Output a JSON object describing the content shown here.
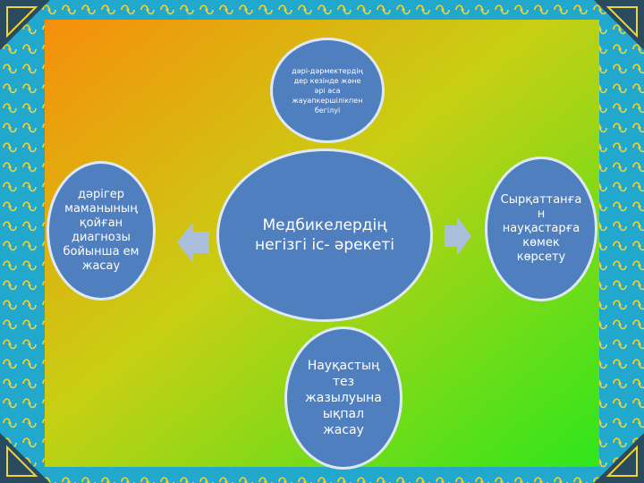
{
  "diagram": {
    "top": "дәрі-дәрмектердің\nдер кезінде және\nәрі аса\nжауапкершілікпен\nбегілуі",
    "center": "Медбикелердің\nнегізгі іс- әрекеті",
    "left": "дәрігер\nмаманының\nқойған\nдиагнозы\nбойынша ем\nжасау",
    "right": "Сырқаттанға\nн\nнауқастарға\nкөмек\nкөрсету",
    "bottom": "Науқастың\nтез\nжазылуына\nықпал\nжасау"
  },
  "colors": {
    "bubble": "#4f7fbf",
    "arrow": "#a9bfdc",
    "border": "#1fa7c9",
    "gradient_orange": "#f78e0a",
    "gradient_green": "#2ee61c"
  }
}
